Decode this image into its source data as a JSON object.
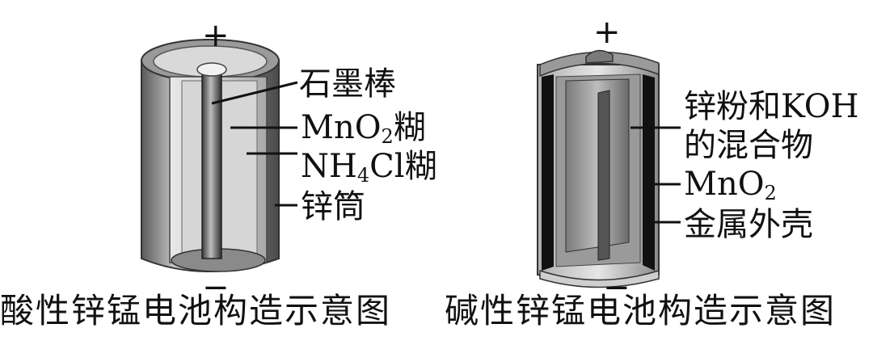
{
  "acid_cell": {
    "plus": "+",
    "minus": "−",
    "labels": {
      "graphite": "石墨棒",
      "mno2_main": "MnO",
      "mno2_sub": "2",
      "mno2_tail": "糊",
      "nh4cl_a": "NH",
      "nh4cl_sub": "4",
      "nh4cl_b": "Cl糊",
      "zinc_can": "锌筒"
    },
    "caption": "酸性锌锰电池构造示意图"
  },
  "alkaline_cell": {
    "plus": "+",
    "minus": "−",
    "labels": {
      "zinc_koh_line1": "锌粉和KOH",
      "zinc_koh_line2": "的混合物",
      "mno2_main": "MnO",
      "mno2_sub": "2",
      "metal_shell": "金属外壳"
    },
    "caption": "碱性锌锰电池构造示意图"
  }
}
